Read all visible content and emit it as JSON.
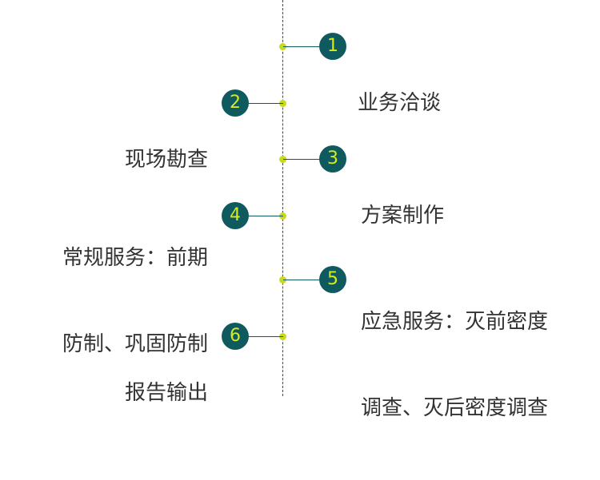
{
  "steps": [
    {
      "number": "1",
      "lines": [
        "业务洽谈"
      ]
    },
    {
      "number": "2",
      "lines": [
        "现场勘查"
      ]
    },
    {
      "number": "3",
      "lines": [
        "方案制作"
      ]
    },
    {
      "number": "4",
      "lines": [
        "常规服务：前期",
        "防制、巩固防制"
      ]
    },
    {
      "number": "5",
      "lines": [
        "应急服务：灭前密度",
        "调查、灭后密度调查"
      ]
    },
    {
      "number": "6",
      "lines": [
        "报告输出"
      ]
    }
  ],
  "colors": {
    "badge_fill": "#0f5a5f",
    "badge_text": "#d6ea1c",
    "dot": "#c9d91c",
    "axis": "#2f4f55",
    "label_text": "#333333"
  }
}
